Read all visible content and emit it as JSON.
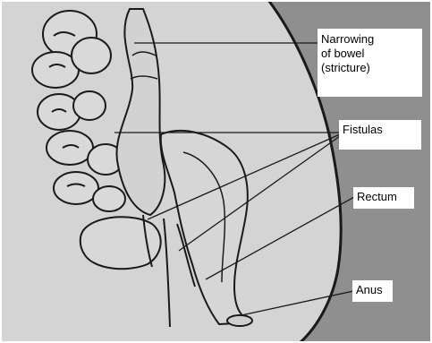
{
  "labels": {
    "stricture": "Narrowing\nof bowel\n(stricture)",
    "fistulas": "Fistulas",
    "rectum": "Rectum",
    "anus": "Anus"
  },
  "colors": {
    "background": "#8f8f8f",
    "body": "#d4d4d4",
    "outline": "#1a1a1a",
    "label_box": "#ffffff"
  }
}
